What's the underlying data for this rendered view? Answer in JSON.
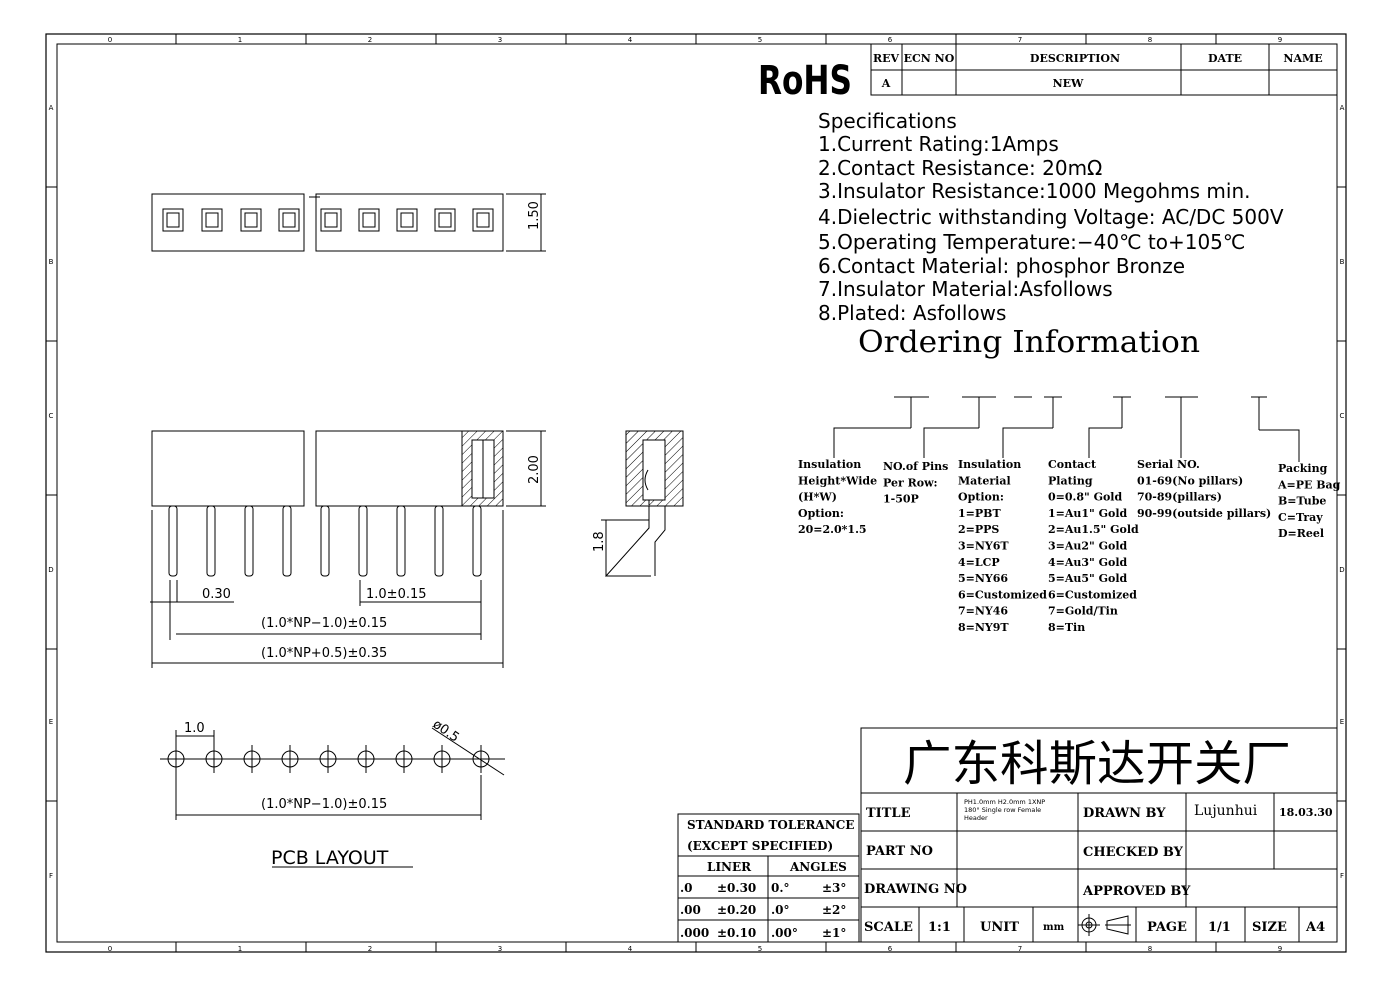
{
  "frame": {
    "col_labels": [
      "0",
      "1",
      "2",
      "3",
      "4",
      "5",
      "6",
      "7",
      "8",
      "9"
    ],
    "row_labels": [
      "A",
      "B",
      "C",
      "D",
      "E",
      "F"
    ]
  },
  "revision": {
    "headers": [
      "REV",
      "ECN NO",
      "DESCRIPTION",
      "DATE",
      "NAME"
    ],
    "row": [
      "A",
      "",
      "NEW",
      "",
      ""
    ]
  },
  "rohs": "RoHS",
  "specs": {
    "heading": "Specifications",
    "items": [
      "1.Current  Rating:1Amps",
      "2.Contact  Resistance:  20mΩ",
      "3.Insulator  Resistance:1000  Megohms  min.",
      "4.Dielectric  withstanding  Voltage:  AC/DC  500V",
      "5.Operating  Temperature:−40℃  to+105℃",
      "6.Contact  Material:  phosphor  Bronze",
      "7.Insulator  Material:Asfollows",
      "8.Plated:  Asfollows"
    ]
  },
  "ordering": {
    "title": "Ordering Information",
    "columns": [
      {
        "lines": [
          "Insulation",
          "Height*Wide",
          "(H*W)",
          "Option:",
          "20=2.0*1.5"
        ]
      },
      {
        "lines": [
          "NO.of Pins",
          "Per Row:",
          "1-50P"
        ]
      },
      {
        "lines": [
          "Insulation",
          "Material",
          "Option:",
          "1=PBT",
          "2=PPS",
          "3=NY6T",
          "4=LCP",
          "5=NY66",
          "6=Customized",
          "7=NY46",
          "8=NY9T"
        ]
      },
      {
        "lines": [
          "Contact",
          "Plating",
          "0=0.8\" Gold",
          "1=Au1\" Gold",
          "2=Au1.5\" Gold",
          "3=Au2\" Gold",
          "4=Au3\" Gold",
          "5=Au5\" Gold",
          "6=Customized",
          "7=Gold/Tin",
          "8=Tin"
        ]
      },
      {
        "lines": [
          "Serial NO.",
          "01-69(No pillars)",
          "70-89(pillars)",
          "90-99(outside pillars)"
        ]
      },
      {
        "lines": [
          "Packing",
          "A=PE Bag",
          "B=Tube",
          "C=Tray",
          "D=Reel"
        ]
      }
    ]
  },
  "dims": {
    "top_height": "1.50",
    "front_height": "2.00",
    "pin_width": "0.30",
    "pitch": "1.0±0.15",
    "pin_span": "(1.0*NP−1.0)±0.15",
    "body_length": "(1.0*NP+0.5)±0.35",
    "side_pin": "1.8",
    "pcb_pitch": "1.0",
    "pcb_hole": "ø0.5",
    "pcb_span": "(1.0*NP−1.0)±0.15"
  },
  "pcb_layout": "PCB  LAYOUT",
  "tolerance": {
    "title1": "STANDARD  TOLERANCE",
    "title2": "(EXCEPT   SPECIFIED)",
    "liner": "LINER",
    "angles": "ANGLES",
    "rows": [
      [
        "   .0",
        "±0.30",
        "0.°",
        "±3°"
      ],
      [
        ".00",
        "±0.20",
        ".0°",
        "±2°"
      ],
      [
        ".000",
        "±0.10",
        ".00°",
        "±1°"
      ]
    ]
  },
  "title_block": {
    "company": "广东科斯达开关厂",
    "title_label": "TITLE",
    "title_value_lines": [
      "PH1.0mm  H2.0mm  1XNP",
      "180°  Single  row  Female",
      "Header"
    ],
    "drawn_by_label": "DRAWN BY",
    "drawn_by": "Lujunhui",
    "date": "18.03.30",
    "part_no_label": "PART NO",
    "checked_by_label": "CHECKED BY",
    "drawing_no_label": "DRAWING NO",
    "approved_by_label": "APPROVED BY",
    "scale_label": "SCALE",
    "scale": "1:1",
    "unit_label": "UNIT",
    "unit": "mm",
    "page_label": "PAGE",
    "page": "1/1",
    "size_label": "SIZE",
    "size": "A4"
  }
}
